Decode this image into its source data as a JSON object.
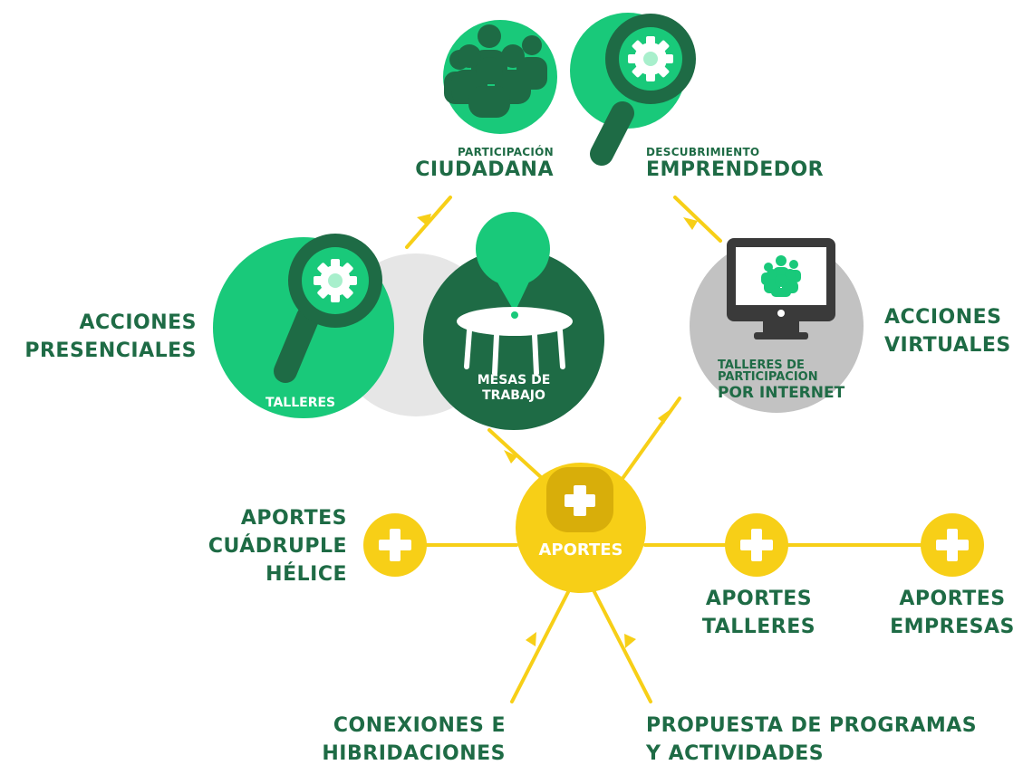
{
  "top": {
    "participacion": {
      "small": "PARTICIPACIÓN",
      "big": "CIUDADANA"
    },
    "descubrimiento": {
      "small": "DESCUBRIMIENTO",
      "big": "EMPRENDEDOR"
    }
  },
  "presenciales": {
    "line1": "ACCIONES",
    "line2": "PRESENCIALES",
    "talleres": "TALLERES",
    "mesas_line1": "MESAS DE",
    "mesas_line2": "TRABAJO"
  },
  "virtuales": {
    "line1": "ACCIONES",
    "line2": "VIRTUALES",
    "talleres_line1": "TALLERES DE",
    "talleres_line2": "PARTICIPACION",
    "talleres_line3": "POR INTERNET"
  },
  "aportes": {
    "center": "APORTES",
    "cuadruple": {
      "line1": "APORTES",
      "line2": "CUÁDRUPLE",
      "line3": "HÉLICE"
    },
    "talleres": {
      "line1": "APORTES",
      "line2": "TALLERES"
    },
    "empresas": {
      "line1": "APORTES",
      "line2": "EMPRESAS"
    }
  },
  "outputs": {
    "conexiones": {
      "line1": "CONEXIONES E",
      "line2": "HIBRIDACIONES"
    },
    "propuesta": {
      "line1": "PROPUESTA DE PROGRAMAS",
      "line2": "Y ACTIVIDADES"
    }
  },
  "colors": {
    "dark_green": "#1e6b45",
    "mid_green": "#19c97a",
    "light_green": "#a8efcc",
    "yellow": "#f7cf17",
    "dark_yellow": "#d8ae0a",
    "light_gray": "#e6e6e6",
    "gray": "#c2c2c2",
    "dark_gray": "#3a3a3a"
  },
  "icons": [
    "people-icon",
    "magnifier-gear-icon",
    "magnifier-gear-icon",
    "table-pin-icon",
    "monitor-people-icon",
    "plus-icon"
  ]
}
